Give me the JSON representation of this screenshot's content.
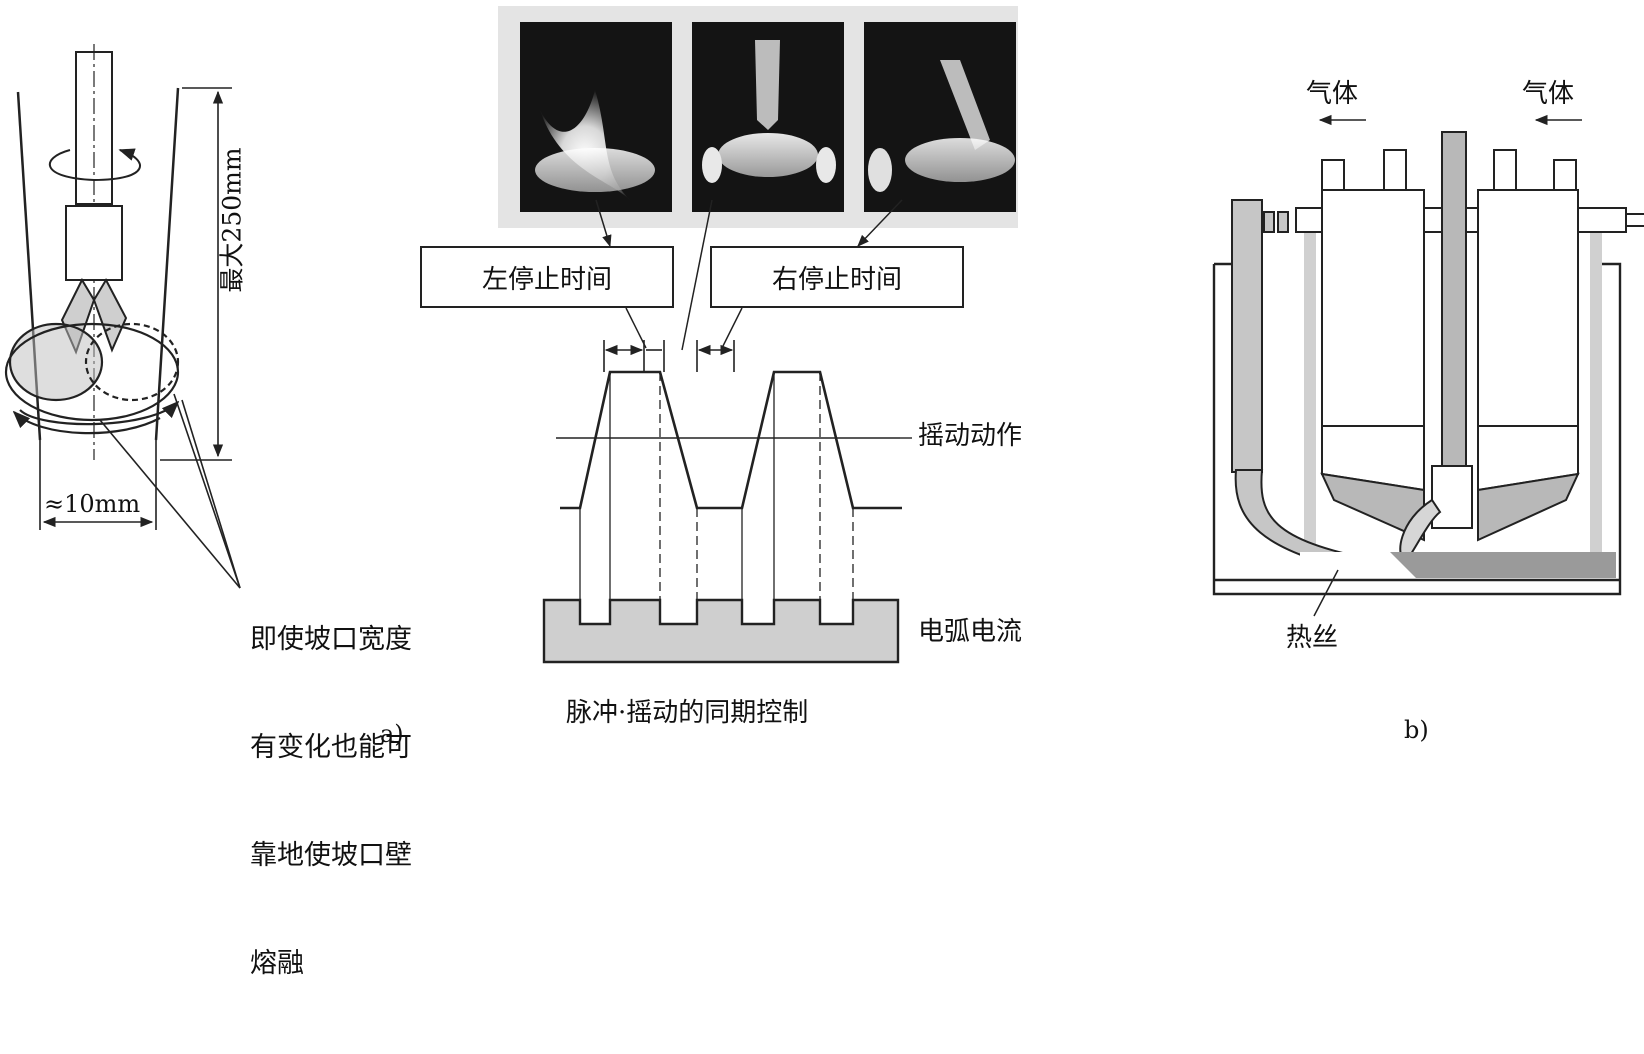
{
  "panel_a": {
    "max_depth": "最大250mm",
    "groove_width": "≈10mm",
    "note_lines": [
      "即使坡口宽度",
      "有变化也能可",
      "靠地使坡口壁",
      "熔融"
    ],
    "stop_left": "左停止时间",
    "stop_right": "右停止时间",
    "swing_action": "摇动动作",
    "arc_current": "电弧电流",
    "sync_caption": "脉冲·摇动的同期控制",
    "label": "a)"
  },
  "panel_b": {
    "gas_left": "气体",
    "gas_right": "气体",
    "hot_wire": "热丝",
    "label": "b)"
  }
}
